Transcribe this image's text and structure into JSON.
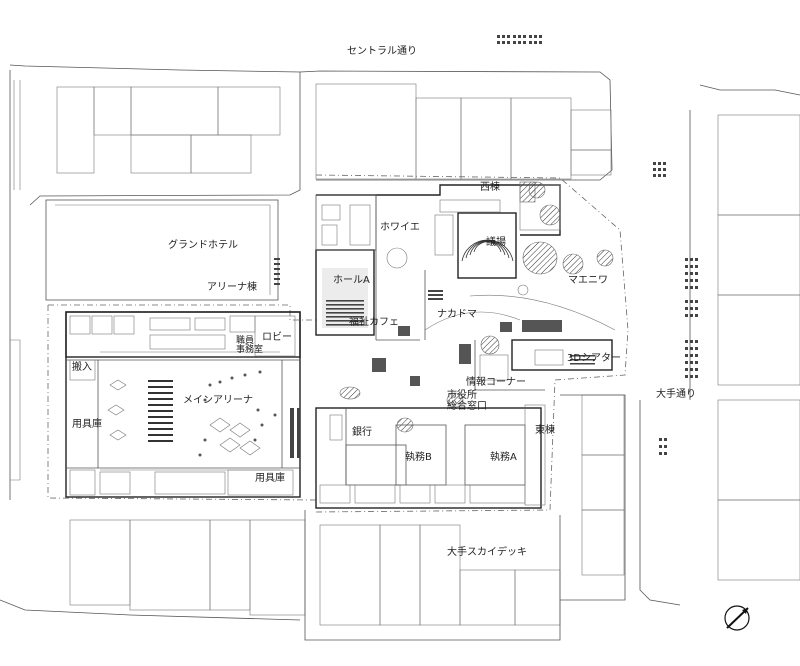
{
  "map": {
    "labels": {
      "central_street": "セントラル通り",
      "nishi_bldg": "西棟",
      "foyer": "ホワイエ",
      "council": "議場",
      "grand_hotel": "グランドホテル",
      "hall_a": "ホールA",
      "maeniwa": "マエニワ",
      "arena_bldg": "アリーナ棟",
      "nakadoma": "ナカドマ",
      "welfare": "福祉カフェ",
      "lobby": "ロビー",
      "staff_office": "職員\n事務室",
      "theater_3d": "3Dシアター",
      "hanyu": "搬入",
      "info_corner": "情報コーナー",
      "otemachi_st": "大手通り",
      "main_arena": "メインアリーナ",
      "city_office": "市役所\n総合窓口",
      "storage_left": "用具庫",
      "bank": "銀行",
      "higashi_bldg": "東棟",
      "office_b": "執務B",
      "office_a": "執務A",
      "storage_bottom": "用具庫",
      "sky_deck": "大手スカイデッキ"
    }
  }
}
